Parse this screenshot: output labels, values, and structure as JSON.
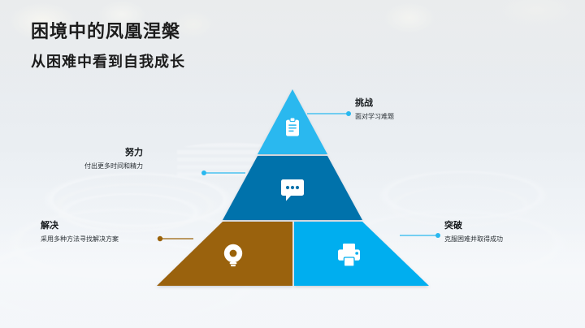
{
  "slide": {
    "title": "困境中的凤凰涅槃",
    "subtitle": "从困难中看到自我成长"
  },
  "colors": {
    "tier_top": "#29b8ef",
    "tier_middle": "#0272ab",
    "tier_bottom_left": "#9a6209",
    "tier_bottom_right": "#00aeef",
    "connector_blue": "#29b8ef",
    "connector_brown": "#9a6209",
    "title_text": "#1c1c1c",
    "desc_text": "#2b3136"
  },
  "pyramid": {
    "tiers": [
      {
        "id": "challenge",
        "icon": "clipboard-icon",
        "color": "#29b8ef",
        "label": "挑战",
        "description": "面对学习难题",
        "connector": "blue",
        "side": "right"
      },
      {
        "id": "effort",
        "icon": "chat-bubble-icon",
        "color": "#0272ab",
        "label": "努力",
        "description": "付出更多时间和精力",
        "connector": "blue",
        "side": "left"
      },
      {
        "id": "solve",
        "icon": "ring-lightbulb-icon",
        "color": "#9a6209",
        "label": "解决",
        "description": "采用多种方法寻找解决方案",
        "connector": "brown",
        "side": "left"
      },
      {
        "id": "breakthrough",
        "icon": "printer-icon",
        "color": "#00aeef",
        "label": "突破",
        "description": "克服困难并取得成功",
        "connector": "blue",
        "side": "right"
      }
    ]
  }
}
